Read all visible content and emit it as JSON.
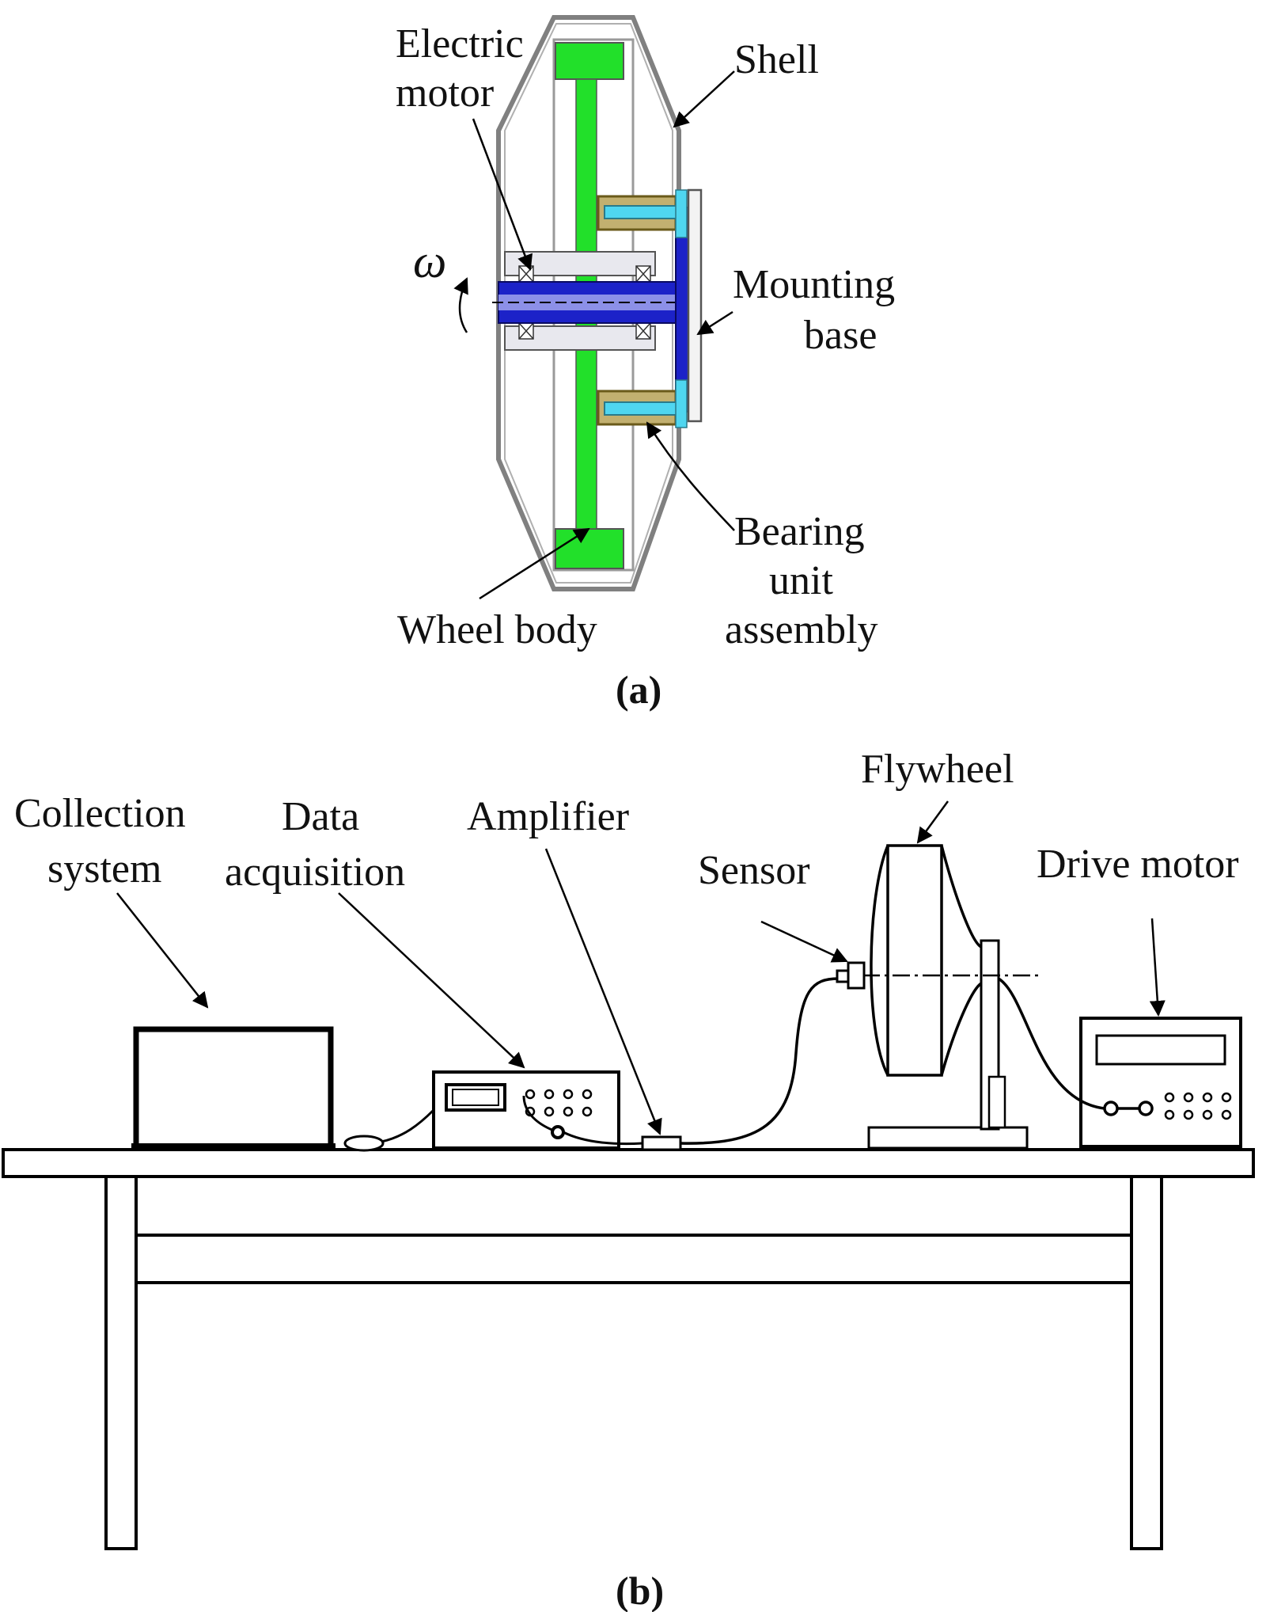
{
  "panel_a": {
    "caption": "(a)",
    "symbol": "ω",
    "labels": {
      "electric_motor_1": "Electric",
      "electric_motor_2": "motor",
      "shell": "Shell",
      "mounting_base_1": "Mounting",
      "mounting_base_2": "base",
      "bearing_1": "Bearing",
      "bearing_2": "unit",
      "bearing_3": "assembly",
      "wheel_body": "Wheel body"
    }
  },
  "panel_b": {
    "caption": "(b)",
    "labels": {
      "collection_1": "Collection",
      "collection_2": "system",
      "data_1": "Data",
      "data_2": "acquisition",
      "amplifier": "Amplifier",
      "sensor": "Sensor",
      "flywheel": "Flywheel",
      "drive_motor": "Drive motor"
    }
  },
  "colors": {
    "wheel_green": "#22e02a",
    "shaft_blue": "#1c22c8",
    "cyan_pin": "#4fd6f0",
    "bearing_brown": "#7a6a2a",
    "shell_gray": "#808080",
    "line": "#000000"
  }
}
